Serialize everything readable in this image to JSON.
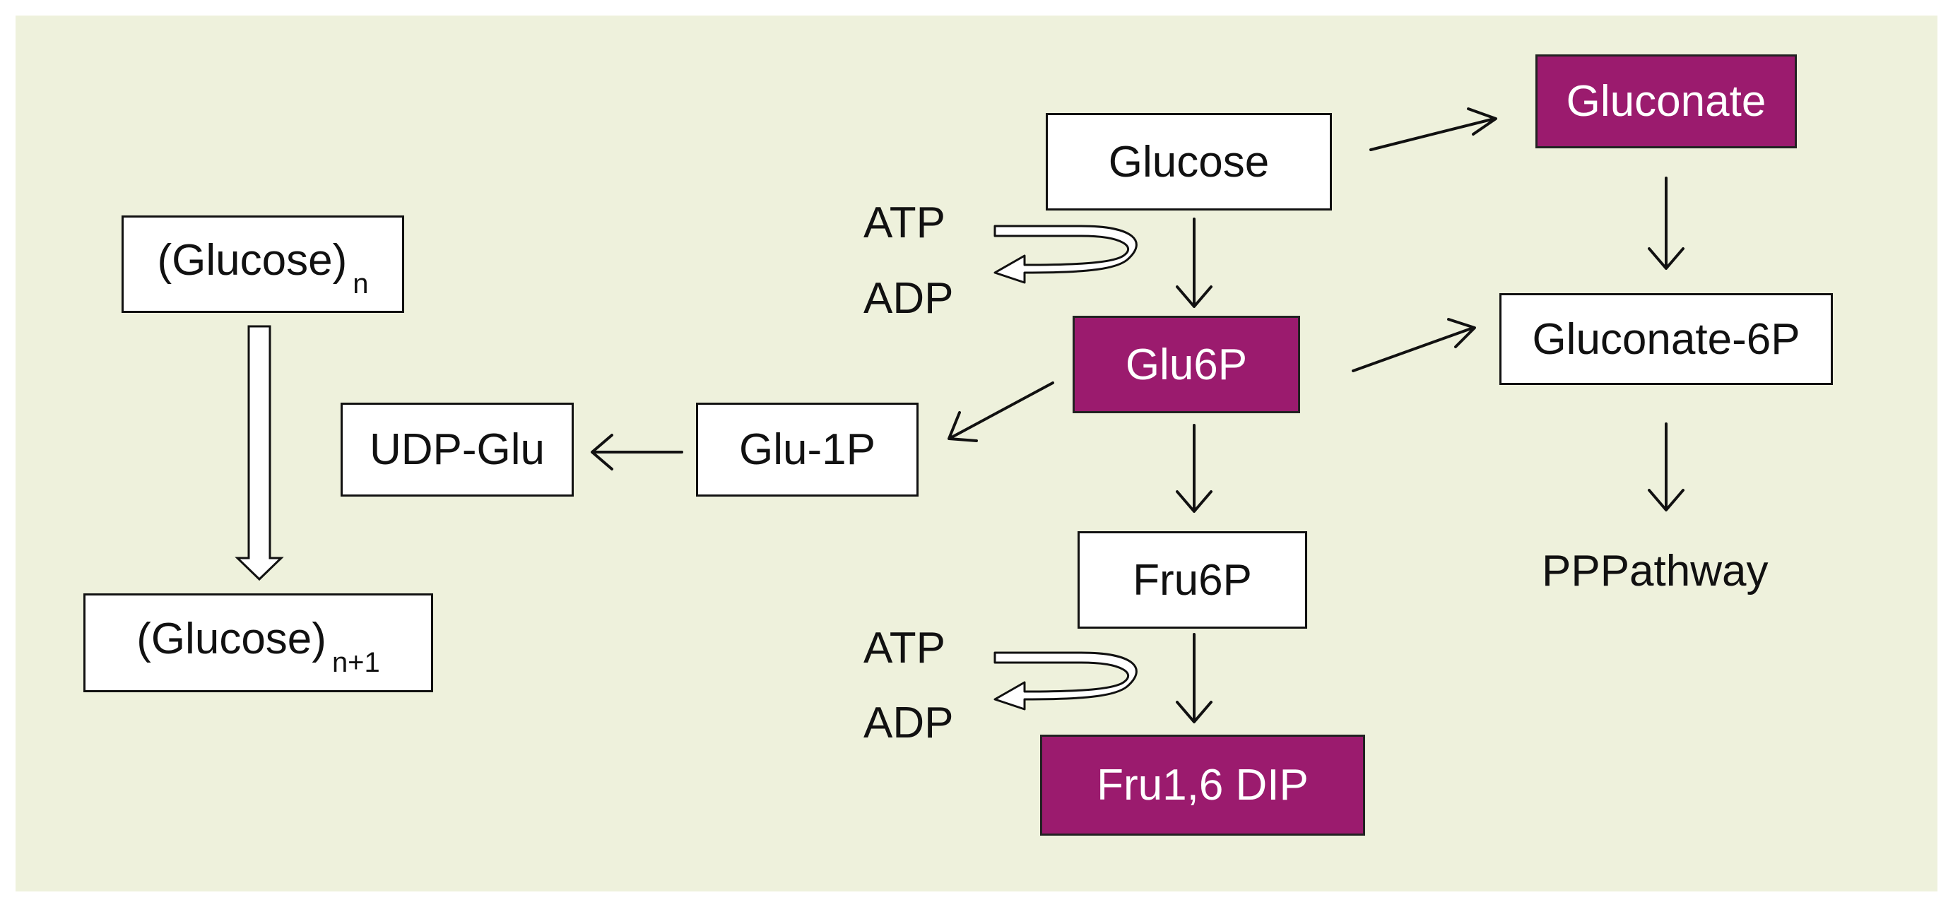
{
  "colors": {
    "background": "#eef1dc",
    "box_fill": "#ffffff",
    "highlight_fill": "#9b1b6e",
    "highlight_text": "#ffffff",
    "stroke": "#111111"
  },
  "nodes": {
    "glucose": "Glucose",
    "gluconate": "Gluconate",
    "glu6p": "Glu6P",
    "gluconate_6p": "Gluconate-6P",
    "fru6p": "Fru6P",
    "fru16dip": "Fru1,6 DIP",
    "glu_1p": "Glu-1P",
    "udp_glu": "UDP-Glu",
    "glucose_n": {
      "base": "(Glucose)",
      "sub": "n"
    },
    "glucose_n1": {
      "base": "(Glucose)",
      "sub": "n+1"
    },
    "pppathway": "PPPathway"
  },
  "cofactors": {
    "upper": {
      "in": "ATP",
      "out": "ADP"
    },
    "lower": {
      "in": "ATP",
      "out": "ADP"
    }
  },
  "highlighted": [
    "gluconate",
    "glu6p",
    "fru16dip"
  ]
}
